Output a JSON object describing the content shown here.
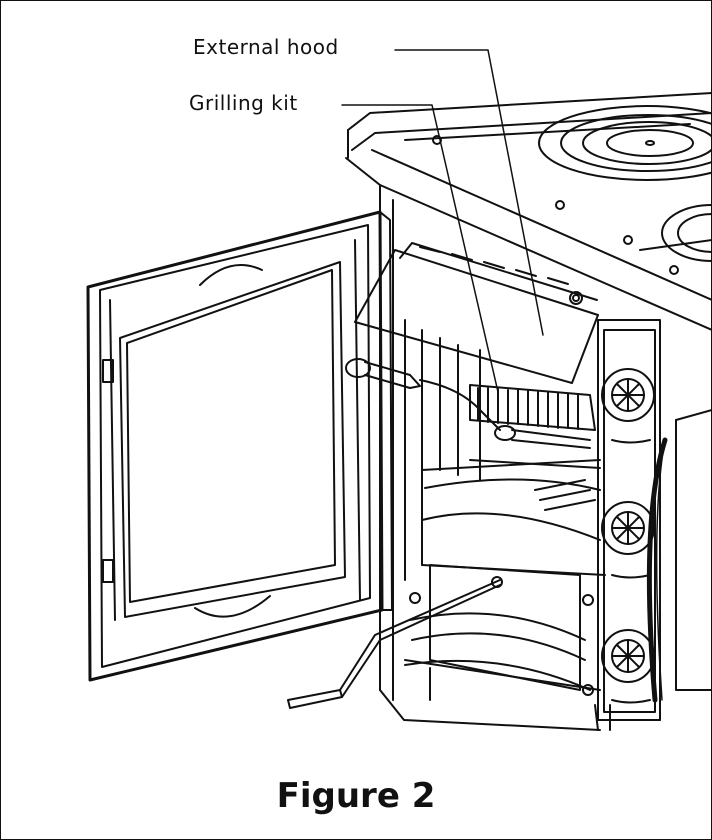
{
  "callouts": {
    "external_hood": "External hood",
    "grilling_kit": "Grilling kit"
  },
  "caption": "Figure 2"
}
